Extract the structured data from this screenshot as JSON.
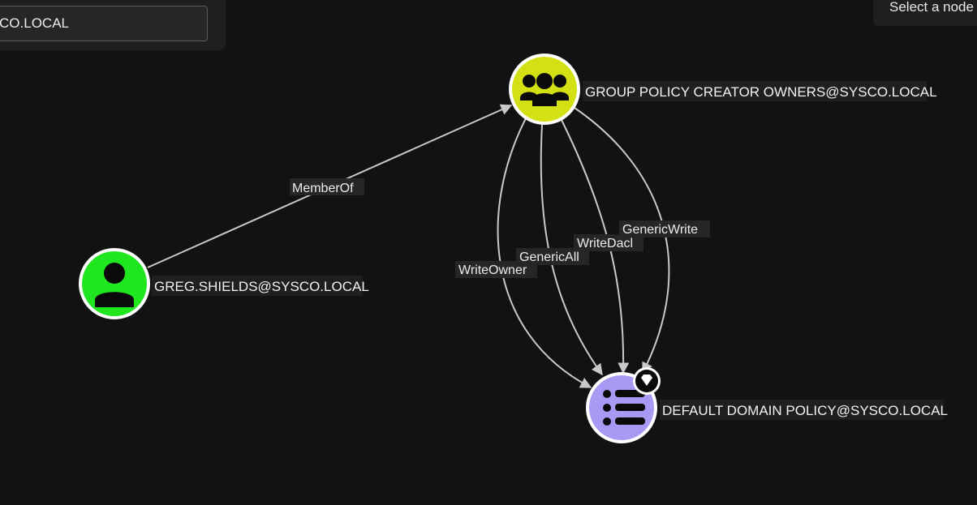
{
  "search": {
    "value": "SYSCO.LOCAL"
  },
  "info_panel": {
    "text": "Select a node"
  },
  "nodes": [
    {
      "id": "greg",
      "label": "GREG.SHIELDS@SYSCO.LOCAL",
      "type": "user",
      "icon": "user-icon",
      "color": "#1fe61f"
    },
    {
      "id": "gpco",
      "label": "GROUP POLICY CREATOR OWNERS@SYSCO.LOCAL",
      "type": "group",
      "icon": "group-icon",
      "color": "#d3e014"
    },
    {
      "id": "ddp",
      "label": "DEFAULT DOMAIN POLICY@SYSCO.LOCAL",
      "type": "gpo",
      "icon": "list-icon",
      "color": "#a69af5",
      "badge": "gem-icon"
    }
  ],
  "edges": [
    {
      "from": "greg",
      "to": "gpco",
      "label": "MemberOf"
    },
    {
      "from": "gpco",
      "to": "ddp",
      "label": "WriteOwner"
    },
    {
      "from": "gpco",
      "to": "ddp",
      "label": "GenericAll"
    },
    {
      "from": "gpco",
      "to": "ddp",
      "label": "WriteDacl"
    },
    {
      "from": "gpco",
      "to": "ddp",
      "label": "GenericWrite"
    }
  ],
  "colors": {
    "background": "#121212",
    "edge": "#c9c9c9",
    "node_border": "#ffffff"
  }
}
